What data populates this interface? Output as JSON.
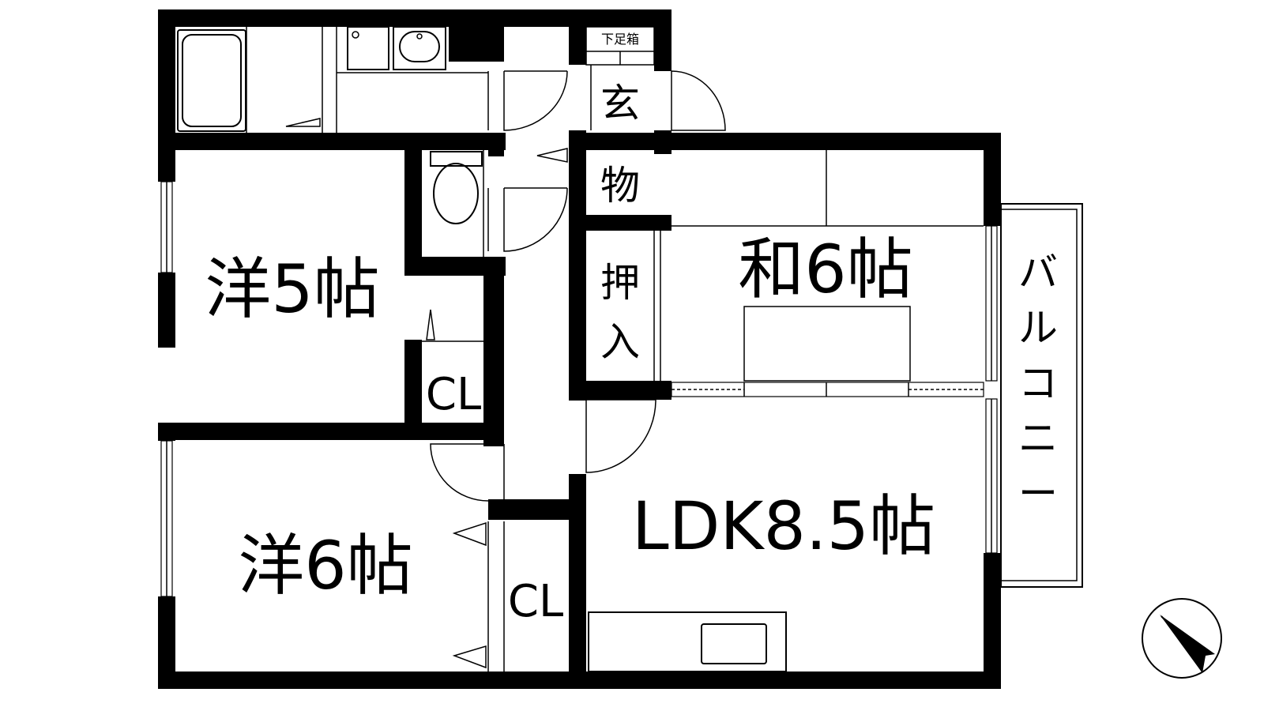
{
  "rooms": {
    "western_5": "洋5帖",
    "western_6": "洋6帖",
    "japanese_6": "和6帖",
    "ldk": "LDK8.5帖",
    "closet_1": "CL",
    "closet_2": "CL",
    "shoe_cabinet": "下足箱",
    "entrance": "玄",
    "storage": "物",
    "oshiire_1": "押",
    "oshiire_2": "入",
    "balcony": [
      "バ",
      "ル",
      "コ",
      "ニ",
      "ー"
    ]
  },
  "colors": {
    "wall": "#000000",
    "background": "#ffffff"
  },
  "icons": {
    "compass": "north-arrow-compass-icon"
  }
}
